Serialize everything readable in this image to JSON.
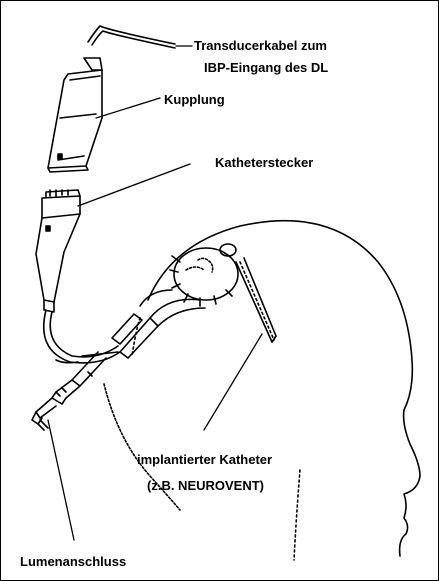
{
  "diagram": {
    "labels": {
      "transducer_line1": "Transducerkabel zum",
      "transducer_line2": "IBP-Eingang des DL",
      "coupling": "Kupplung",
      "catheter_plug": "Katheterstecker",
      "implanted_line1": "implantierter Katheter",
      "implanted_line2": "(z.B. NEUROVENT)",
      "lumen_port": "Lumenanschluss"
    },
    "colors": {
      "ink": "#000000",
      "background": "#ffffff"
    }
  }
}
